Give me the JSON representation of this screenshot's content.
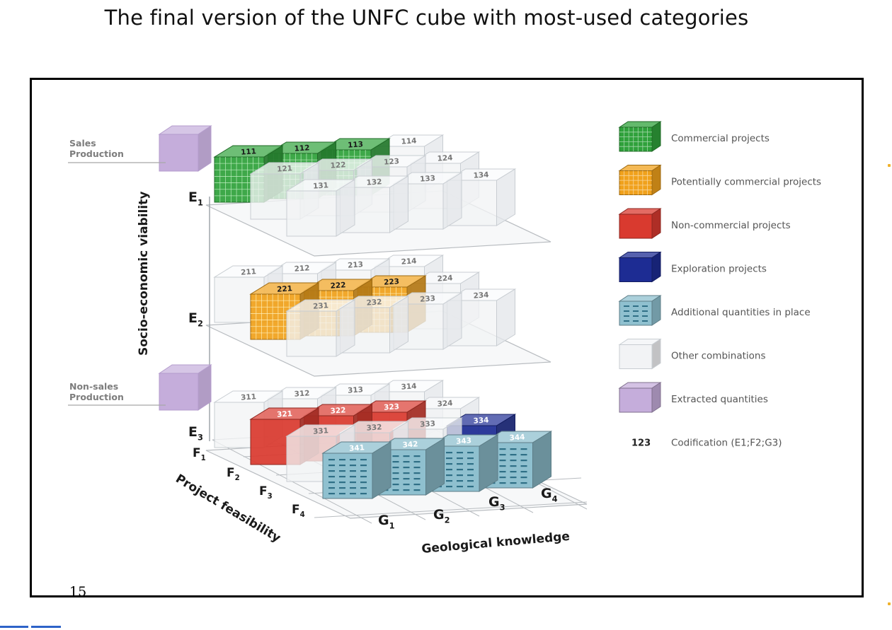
{
  "slide_title": "The final version of the UNFC cube with most-used categories",
  "page_number": "15",
  "axes": {
    "vertical": "Socio-economic viability",
    "depth": "Project feasibility",
    "horizontal": "Geological knowledge"
  },
  "side_labels": {
    "sales": [
      "Sales",
      "Production"
    ],
    "non_sales": [
      "Non-sales",
      "Production"
    ]
  },
  "levels": {
    "E": [
      "E",
      "E",
      "E"
    ],
    "F": [
      "F",
      "F",
      "F",
      "F"
    ],
    "G": [
      "G",
      "G",
      "G",
      "G"
    ],
    "subscripts": [
      "1",
      "2",
      "3",
      "4"
    ]
  },
  "legend": [
    {
      "label": "Commercial projects",
      "color": "#2fa13b",
      "pattern": "grid"
    },
    {
      "label": "Potentially commercial projects",
      "color": "#f0a11c",
      "pattern": "grid"
    },
    {
      "label": "Non-commercial projects",
      "color": "#d93a2f",
      "pattern": "solid"
    },
    {
      "label": "Exploration projects",
      "color": "#1d2c93",
      "pattern": "solid"
    },
    {
      "label": "Additional quantities in place",
      "color": "#8fc0cf",
      "pattern": "dashes"
    },
    {
      "label": "Other combinations",
      "color": "#f2f3f5",
      "pattern": "outline"
    },
    {
      "label": "Extracted quantities",
      "color": "#c5addb",
      "pattern": "solid"
    },
    {
      "label": "Codification (E1;F2;G3)",
      "code": "123"
    }
  ],
  "layers": [
    {
      "e": 1,
      "cubes": [
        {
          "code": "111",
          "f": 1,
          "g": 1,
          "cat": "commercial"
        },
        {
          "code": "112",
          "f": 1,
          "g": 2,
          "cat": "commercial"
        },
        {
          "code": "113",
          "f": 1,
          "g": 3,
          "cat": "commercial"
        },
        {
          "code": "114",
          "f": 1,
          "g": 4,
          "cat": "other"
        },
        {
          "code": "121",
          "f": 2,
          "g": 1,
          "cat": "other"
        },
        {
          "code": "122",
          "f": 2,
          "g": 2,
          "cat": "other"
        },
        {
          "code": "123",
          "f": 2,
          "g": 3,
          "cat": "other"
        },
        {
          "code": "124",
          "f": 2,
          "g": 4,
          "cat": "other"
        },
        {
          "code": "131",
          "f": 3,
          "g": 1,
          "cat": "other"
        },
        {
          "code": "132",
          "f": 3,
          "g": 2,
          "cat": "other"
        },
        {
          "code": "133",
          "f": 3,
          "g": 3,
          "cat": "other"
        },
        {
          "code": "134",
          "f": 3,
          "g": 4,
          "cat": "other"
        }
      ]
    },
    {
      "e": 2,
      "cubes": [
        {
          "code": "211",
          "f": 1,
          "g": 1,
          "cat": "other"
        },
        {
          "code": "212",
          "f": 1,
          "g": 2,
          "cat": "other"
        },
        {
          "code": "213",
          "f": 1,
          "g": 3,
          "cat": "other"
        },
        {
          "code": "214",
          "f": 1,
          "g": 4,
          "cat": "other"
        },
        {
          "code": "221",
          "f": 2,
          "g": 1,
          "cat": "potential"
        },
        {
          "code": "222",
          "f": 2,
          "g": 2,
          "cat": "potential"
        },
        {
          "code": "223",
          "f": 2,
          "g": 3,
          "cat": "potential"
        },
        {
          "code": "224",
          "f": 2,
          "g": 4,
          "cat": "other"
        },
        {
          "code": "231",
          "f": 3,
          "g": 1,
          "cat": "other"
        },
        {
          "code": "232",
          "f": 3,
          "g": 2,
          "cat": "other"
        },
        {
          "code": "233",
          "f": 3,
          "g": 3,
          "cat": "other"
        },
        {
          "code": "234",
          "f": 3,
          "g": 4,
          "cat": "other"
        }
      ]
    },
    {
      "e": 3,
      "cubes": [
        {
          "code": "311",
          "f": 1,
          "g": 1,
          "cat": "other"
        },
        {
          "code": "312",
          "f": 1,
          "g": 2,
          "cat": "other"
        },
        {
          "code": "313",
          "f": 1,
          "g": 3,
          "cat": "other"
        },
        {
          "code": "314",
          "f": 1,
          "g": 4,
          "cat": "other"
        },
        {
          "code": "321",
          "f": 2,
          "g": 1,
          "cat": "noncommercial"
        },
        {
          "code": "322",
          "f": 2,
          "g": 2,
          "cat": "noncommercial"
        },
        {
          "code": "323",
          "f": 2,
          "g": 3,
          "cat": "noncommercial"
        },
        {
          "code": "324",
          "f": 2,
          "g": 4,
          "cat": "other"
        },
        {
          "code": "331",
          "f": 3,
          "g": 1,
          "cat": "other"
        },
        {
          "code": "332",
          "f": 3,
          "g": 2,
          "cat": "other"
        },
        {
          "code": "333",
          "f": 3,
          "g": 3,
          "cat": "other"
        },
        {
          "code": "334",
          "f": 3,
          "g": 4,
          "cat": "exploration"
        },
        {
          "code": "341",
          "f": 4,
          "g": 1,
          "cat": "additional"
        },
        {
          "code": "342",
          "f": 4,
          "g": 2,
          "cat": "additional"
        },
        {
          "code": "343",
          "f": 4,
          "g": 3,
          "cat": "additional"
        },
        {
          "code": "344",
          "f": 4,
          "g": 4,
          "cat": "additional"
        }
      ]
    }
  ],
  "category_colors": {
    "commercial": "#2fa13b",
    "potential": "#f0a11c",
    "noncommercial": "#d93a2f",
    "exploration": "#1d2c93",
    "additional": "#8fc0cf",
    "other": "#f2f3f5",
    "extracted": "#c5addb"
  }
}
